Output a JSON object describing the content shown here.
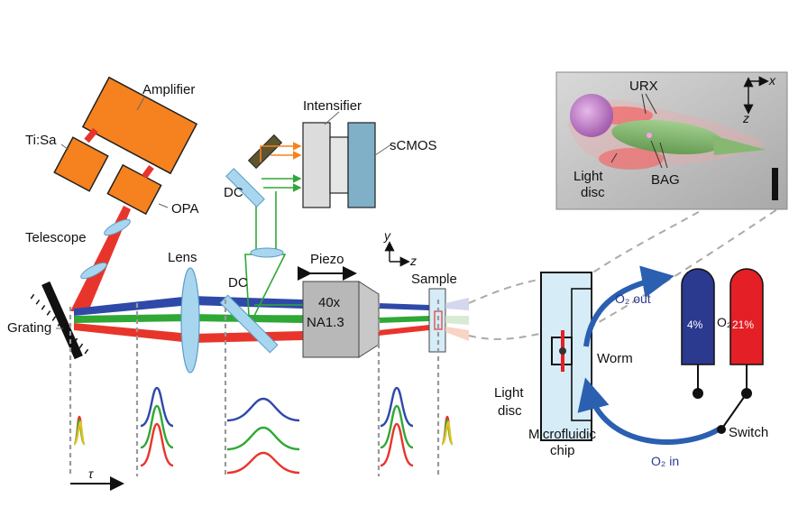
{
  "labels": {
    "amplifier": "Amplifier",
    "tisa": "Ti:Sa",
    "opa": "OPA",
    "telescope": "Telescope",
    "grating": "Grating",
    "lens": "Lens",
    "dc_top": "DC",
    "dc_mid": "DC",
    "intensifier": "Intensifier",
    "scmos": "sCMOS",
    "piezo": "Piezo",
    "objective_line1": "40x",
    "objective_line2": "NA1.3",
    "sample": "Sample",
    "tau": "τ",
    "axis_y": "y",
    "axis_z": "z",
    "inset_axis_x": "x",
    "inset_axis_z": "z",
    "urx": "URX",
    "bag": "BAG",
    "light_disc_inset_1": "Light",
    "light_disc_inset_2": "disc",
    "worm": "Worm",
    "light_disc_1": "Light",
    "light_disc_2": "disc",
    "microfluidic_1": "Microfluidic",
    "microfluidic_2": "chip",
    "o2_out": "O₂ out",
    "o2_in": "O₂ in",
    "o2_label": "O₂",
    "pct_low": "4%",
    "pct_high": "21%",
    "switch": "Switch"
  },
  "colors": {
    "orange": "#f5821f",
    "laser_red": "#e8352b",
    "beam_blue": "#2f49a8",
    "beam_green": "#2fa836",
    "beam_red": "#e8352b",
    "optic_blue": "#a9d6ef",
    "detector_blue": "#7fb0c8",
    "objective_gray": "#b8b8b8",
    "dark_blue": "#2b3a8f",
    "bright_red": "#e41f26",
    "inset_bg": "#bfbfbf"
  }
}
